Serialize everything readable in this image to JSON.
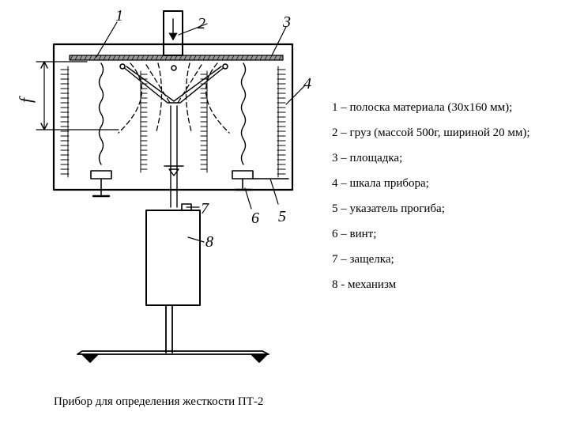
{
  "diagram": {
    "callouts": [
      "1",
      "2",
      "3",
      "4",
      "5",
      "6",
      "7",
      "8"
    ],
    "dimension_label": "f"
  },
  "legend": {
    "items": [
      "1 – полоска материала (30х160 мм);",
      "2 – груз (массой 500г, шириной 20 мм);",
      "3 – площадка;",
      "4 – шкала прибора;",
      "5 – указатель прогиба;",
      "6 – винт;",
      "7 – защелка;",
      "8 - механизм"
    ]
  },
  "caption": "Прибор для определения жесткости ПТ-2"
}
